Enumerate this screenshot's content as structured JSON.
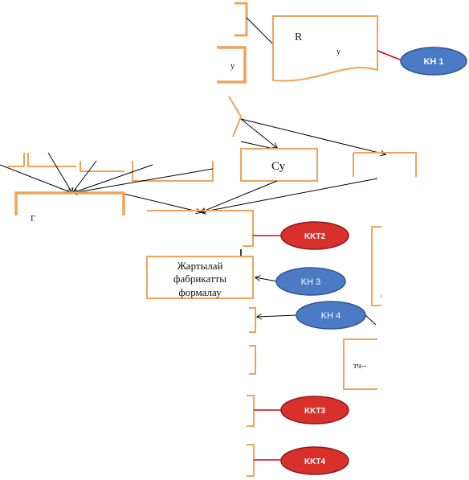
{
  "colors": {
    "box_stroke": "#f0a35a",
    "line": "#000000",
    "connector_red": "#d0021b",
    "ellipse_blue": "#4a7bc4",
    "ellipse_blue_stroke": "#2f5597",
    "ellipse_red": "#d9302c",
    "ellipse_red_stroke": "#8b1a1a",
    "text_dark": "#111111",
    "text_light": "#ffffff"
  },
  "nodes": {
    "doc_top_letter": "R",
    "doc_top_sub": "y",
    "box_left_mid_text": "y",
    "box_su_text": "Су",
    "box_bottom_left_text": "Г",
    "box_form_line1": "Жартылай",
    "box_form_line2": "фабрикатты",
    "box_form_line3": "формалау",
    "box_right_small_text": "тч--"
  },
  "control_points": {
    "kn1": "KH 1",
    "kn3": "KH 3",
    "kn4": "KH 4",
    "kkt2": "KKT2",
    "kkt3": "KKT3",
    "kkt4": "KKT4"
  }
}
